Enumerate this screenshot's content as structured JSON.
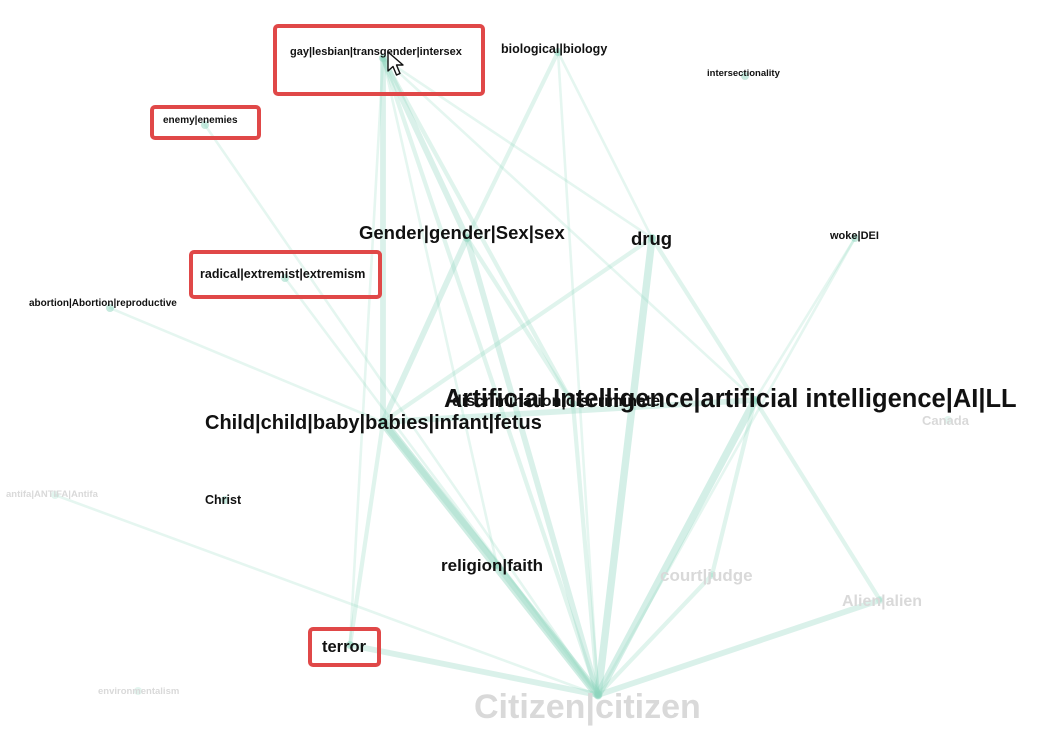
{
  "graph": {
    "edge_color": "#8fd6bf",
    "highlight_color": "#e04848",
    "nodes": [
      {
        "id": "gay",
        "label": "gay|lesbian|transgender|intersex",
        "highlighted": true,
        "faded": false
      },
      {
        "id": "bio",
        "label": "biological|biology",
        "highlighted": false,
        "faded": false
      },
      {
        "id": "inter",
        "label": "intersectionality",
        "highlighted": false,
        "faded": false
      },
      {
        "id": "enemy",
        "label": "enemy|enemies",
        "highlighted": true,
        "faded": false
      },
      {
        "id": "gender",
        "label": "Gender|gender|Sex|sex",
        "highlighted": false,
        "faded": false
      },
      {
        "id": "drug",
        "label": "drug",
        "highlighted": false,
        "faded": false
      },
      {
        "id": "woke",
        "label": "woke|DEI",
        "highlighted": false,
        "faded": false
      },
      {
        "id": "radical",
        "label": "radical|extremist|extremism",
        "highlighted": true,
        "faded": false
      },
      {
        "id": "abortion",
        "label": "abortion|Abortion|reproductive",
        "highlighted": false,
        "faded": false
      },
      {
        "id": "disc",
        "label": "discrimination|discriminate",
        "highlighted": false,
        "faded": false
      },
      {
        "id": "ai",
        "label": "Artificial Intelligence|artificial intelligence|AI|LL",
        "highlighted": false,
        "faded": false
      },
      {
        "id": "child",
        "label": "Child|child|baby|babies|infant|fetus",
        "highlighted": false,
        "faded": false
      },
      {
        "id": "canada",
        "label": "Canada",
        "highlighted": false,
        "faded": true
      },
      {
        "id": "antifa",
        "label": "antifa|ANTIFA|Antifa",
        "highlighted": false,
        "faded": true
      },
      {
        "id": "christ",
        "label": "Christ",
        "highlighted": false,
        "faded": false
      },
      {
        "id": "religion",
        "label": "religion|faith",
        "highlighted": false,
        "faded": false
      },
      {
        "id": "court",
        "label": "court|judge",
        "highlighted": false,
        "faded": true
      },
      {
        "id": "alien",
        "label": "Alien|alien",
        "highlighted": false,
        "faded": true
      },
      {
        "id": "terror",
        "label": "terror",
        "highlighted": true,
        "faded": false
      },
      {
        "id": "env",
        "label": "environmentalism",
        "highlighted": false,
        "faded": true
      },
      {
        "id": "citizen",
        "label": "Citizen|citizen",
        "highlighted": false,
        "faded": true
      }
    ],
    "edges": [
      {
        "from": "gay",
        "to": "gender",
        "weight": 3
      },
      {
        "from": "gay",
        "to": "child",
        "weight": 3
      },
      {
        "from": "gay",
        "to": "citizen",
        "weight": 2
      },
      {
        "from": "gay",
        "to": "disc",
        "weight": 2
      },
      {
        "from": "gay",
        "to": "ai",
        "weight": 1
      },
      {
        "from": "gay",
        "to": "drug",
        "weight": 1
      },
      {
        "from": "gay",
        "to": "terror",
        "weight": 1
      },
      {
        "from": "gay",
        "to": "religion",
        "weight": 1
      },
      {
        "from": "bio",
        "to": "gender",
        "weight": 2
      },
      {
        "from": "bio",
        "to": "citizen",
        "weight": 1
      },
      {
        "from": "bio",
        "to": "drug",
        "weight": 1
      },
      {
        "from": "gender",
        "to": "child",
        "weight": 3
      },
      {
        "from": "gender",
        "to": "citizen",
        "weight": 3
      },
      {
        "from": "gender",
        "to": "disc",
        "weight": 2
      },
      {
        "from": "drug",
        "to": "citizen",
        "weight": 4
      },
      {
        "from": "drug",
        "to": "ai",
        "weight": 2
      },
      {
        "from": "drug",
        "to": "child",
        "weight": 2
      },
      {
        "from": "ai",
        "to": "citizen",
        "weight": 4
      },
      {
        "from": "ai",
        "to": "child",
        "weight": 3
      },
      {
        "from": "ai",
        "to": "alien",
        "weight": 2
      },
      {
        "from": "ai",
        "to": "court",
        "weight": 2
      },
      {
        "from": "child",
        "to": "citizen",
        "weight": 5
      },
      {
        "from": "child",
        "to": "religion",
        "weight": 3
      },
      {
        "from": "child",
        "to": "terror",
        "weight": 2
      },
      {
        "from": "religion",
        "to": "citizen",
        "weight": 3
      },
      {
        "from": "terror",
        "to": "citizen",
        "weight": 3
      },
      {
        "from": "alien",
        "to": "citizen",
        "weight": 3
      },
      {
        "from": "court",
        "to": "citizen",
        "weight": 2
      },
      {
        "from": "woke",
        "to": "citizen",
        "weight": 1
      },
      {
        "from": "woke",
        "to": "ai",
        "weight": 1
      },
      {
        "from": "radical",
        "to": "citizen",
        "weight": 1
      },
      {
        "from": "disc",
        "to": "citizen",
        "weight": 2
      },
      {
        "from": "antifa",
        "to": "citizen",
        "weight": 1
      },
      {
        "from": "abortion",
        "to": "child",
        "weight": 1
      },
      {
        "from": "enemy",
        "to": "citizen",
        "weight": 1
      }
    ]
  }
}
